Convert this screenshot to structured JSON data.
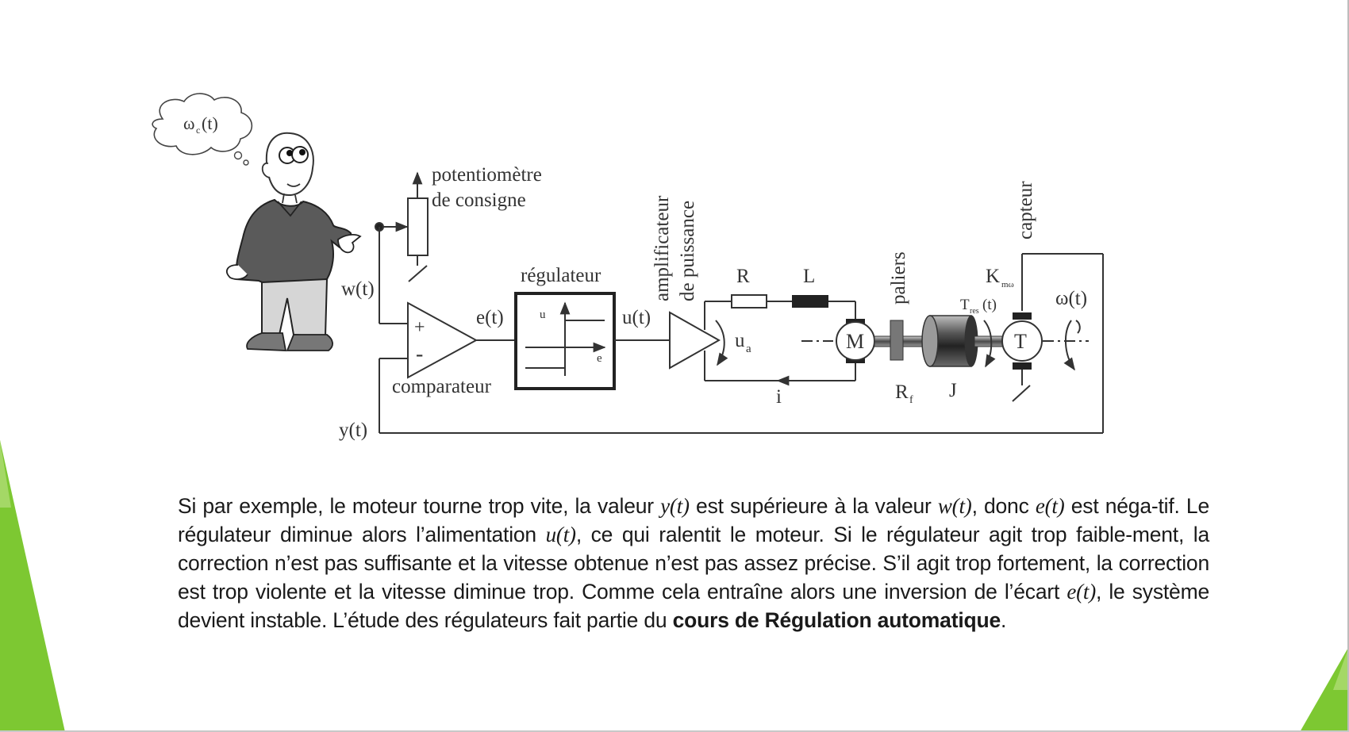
{
  "slide": {
    "accent_color": "#7dc832",
    "accent_color_light": "#a4d866"
  },
  "diagram": {
    "thought_bubble": "ωᶜ(t)",
    "thought_main": "ω",
    "thought_sub": "c",
    "thought_tail": "(t)",
    "potentiometer_line1": "potentiomètre",
    "potentiometer_line2": "de consigne",
    "w_label": "w(t)",
    "plus_sign": "+",
    "minus_sign": "-",
    "comparator_label": "comparateur",
    "e_label": "e(t)",
    "regulator_label": "régulateur",
    "reg_u": "u",
    "reg_e": "e",
    "u_label": "u(t)",
    "amp_line1": "amplificateur",
    "amp_line2": "de puissance",
    "ua_main": "u",
    "ua_sub": "a",
    "R_label": "R",
    "L_label": "L",
    "i_label": "i",
    "motor_label": "M",
    "bearings_label": "paliers",
    "Rf_main": "R",
    "Rf_sub": "f",
    "J_label": "J",
    "Tres_main": "T",
    "Tres_sub": "res",
    "Tres_tail": "(t)",
    "sensor_label": "capteur",
    "K_main": "K",
    "K_sub": "mω",
    "tacho_label": "T",
    "omega_label": "ω(t)",
    "y_label": "y(t)"
  },
  "paragraph": {
    "s1": "Si par exemple, le moteur tourne trop vite, la valeur ",
    "v1": "y(t)",
    "s2": " est supérieure à la valeur ",
    "v2": "w(t)",
    "s3": ", donc ",
    "v3": "e(t)",
    "s4": " est néga-tif. Le régulateur diminue alors l’alimentation ",
    "v4": "u(t)",
    "s5": ", ce qui ralentit le moteur. Si le régulateur agit trop faible-ment, la correction n’est pas suffisante et la vitesse obtenue n’est pas assez précise. S’il agit trop fortement, la correction est trop violente et la vitesse diminue trop. Comme cela entraîne alors une inversion de l’écart ",
    "v5": "e(t)",
    "s6": ", le système devient instable. L’étude des régulateurs fait partie du ",
    "bold": "cours de Régulation automatique",
    "s7": "."
  }
}
